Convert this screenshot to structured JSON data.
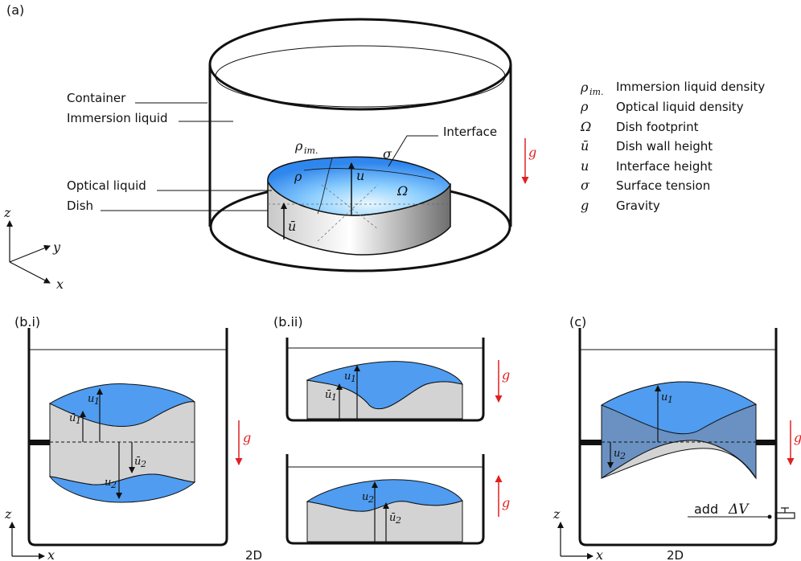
{
  "panels": {
    "a": "(a)",
    "bi": "(b.i)",
    "bii": "(b.ii)",
    "c": "(c)"
  },
  "callouts": {
    "container": "Container",
    "immersion": "Immersion liquid",
    "optical": "Optical liquid",
    "dish": "Dish",
    "interface": "Interface"
  },
  "legend": [
    {
      "symbol": "ρ",
      "sub": "im.",
      "text": "Immersion liquid density"
    },
    {
      "symbol": "ρ",
      "sub": "",
      "text": "Optical liquid density"
    },
    {
      "symbol": "Ω",
      "sub": "",
      "text": "Dish footprint"
    },
    {
      "symbol": "ū",
      "sub": "",
      "text": "Dish wall height"
    },
    {
      "symbol": "u",
      "sub": "",
      "text": "Interface height"
    },
    {
      "symbol": "σ",
      "sub": "",
      "text": "Surface tension"
    },
    {
      "symbol": "g",
      "sub": "",
      "text": "Gravity"
    }
  ],
  "symbols": {
    "rho": "ρ",
    "rho_sub": "im.",
    "sigma": "σ",
    "u": "u",
    "ubar": "ū",
    "omega": "Ω",
    "g": "g",
    "z": "z",
    "y": "y",
    "x": "x",
    "u1": "u",
    "u2": "u",
    "ubar1": "ū",
    "ubar2": "ū",
    "one": "1",
    "two": "2"
  },
  "labels": {
    "twoD_b": "2D",
    "twoD_c": "2D",
    "add": "add",
    "deltaV": "ΔV"
  },
  "colors": {
    "optical_blue": "#4f9cf0",
    "dish_grey": "#d3d3d3",
    "gravity_red": "#e02020"
  }
}
